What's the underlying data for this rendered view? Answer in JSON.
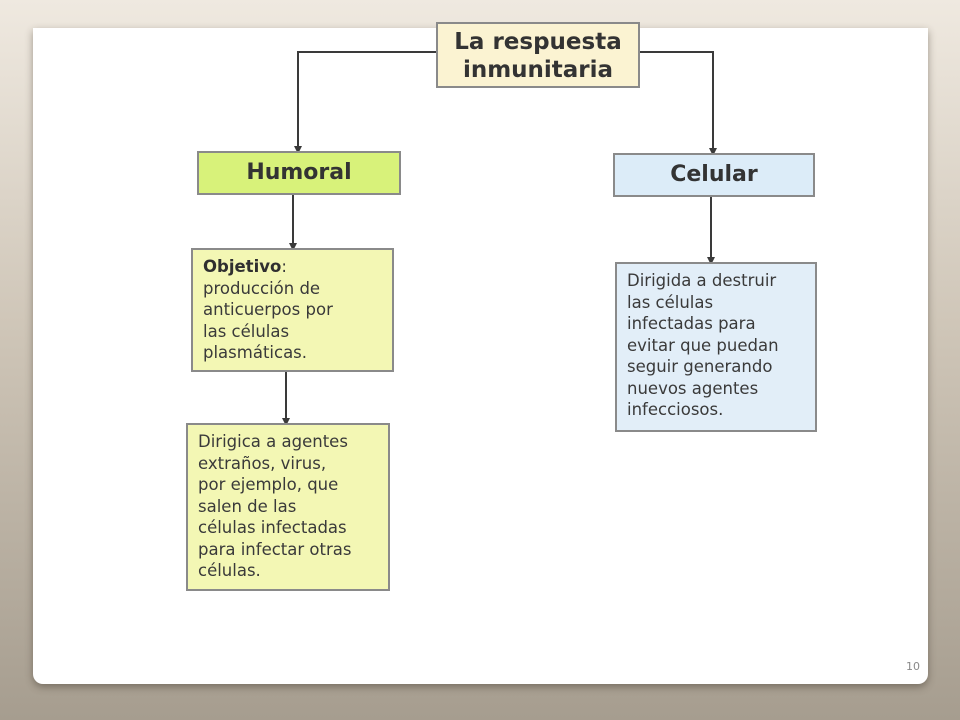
{
  "diagram": {
    "title": {
      "line1": "La respuesta",
      "line2": "inmunitaria"
    },
    "branches": {
      "humoral": {
        "label": "Humoral",
        "objective": {
          "heading": "Objetivo",
          "lines": [
            "producción de",
            "anticuerpos por",
            "las células",
            "plasmáticas."
          ]
        },
        "detail": {
          "lines": [
            "Dirigica a agentes",
            "extraños, virus,",
            "por ejemplo, que",
            "salen de las",
            "células infectadas",
            "para infectar otras",
            "células."
          ]
        }
      },
      "celular": {
        "label": "Celular",
        "detail": {
          "lines": [
            "Dirigida a destruir",
            "las células",
            "infectadas para",
            "evitar que puedan",
            "seguir generando",
            "nuevos agentes",
            "infecciosos."
          ]
        }
      }
    },
    "colors": {
      "humoral_header": "#d8f27a",
      "humoral_body": "#f3f7b4",
      "celular_header": "#dcecf8",
      "celular_body": "#e2eef8",
      "title_box": "#fbf3d2",
      "connector": "#3a3a3a"
    }
  },
  "slide": {
    "page_number": "10"
  }
}
